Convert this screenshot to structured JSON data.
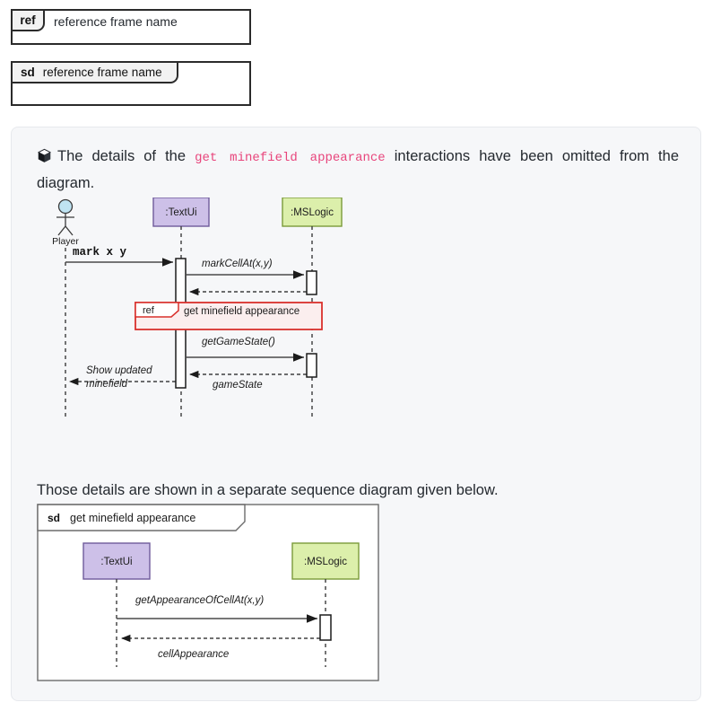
{
  "legend": {
    "ref_frame": {
      "keyword": "ref",
      "name": "reference frame name"
    },
    "sd_frame": {
      "keyword": "sd",
      "name": "reference frame name"
    }
  },
  "note": {
    "icon": "cube-icon",
    "text_before": "The details of the",
    "code": "get minefield appearance",
    "text_after": "interactions have been omitted from the diagram.",
    "accent_color": "#e8457c",
    "background": "#f6f7f9",
    "border": "#e7e9ed"
  },
  "paragraph": "Those details are shown in a separate sequence diagram given below.",
  "diagram1": {
    "actor": "Player",
    "participants": [
      {
        "label": ":TextUi",
        "fill": "#cdc0e8",
        "stroke": "#6f5b9b"
      },
      {
        "label": ":MSLogic",
        "fill": "#dcefab",
        "stroke": "#7a9b3a"
      }
    ],
    "messages": [
      {
        "label": "mark x y",
        "style": "mono-solid"
      },
      {
        "label": "markCellAt(x,y)",
        "style": "solid"
      },
      {
        "label": "",
        "style": "dashed-return"
      },
      {
        "label": "getGameState()",
        "style": "solid"
      },
      {
        "label": "gameState",
        "style": "dashed-return"
      },
      {
        "label": "Show updated minefield",
        "line1": "Show updated",
        "line2": "minefield",
        "style": "dashed-return"
      }
    ],
    "ref_fragment": {
      "keyword": "ref",
      "name": "get minefield appearance",
      "stroke": "#d9302c",
      "fill": "#fbeeee"
    }
  },
  "diagram2": {
    "frame": {
      "keyword": "sd",
      "name": "get minefield appearance"
    },
    "participants": [
      {
        "label": ":TextUi",
        "fill": "#cdc0e8",
        "stroke": "#6f5b9b"
      },
      {
        "label": ":MSLogic",
        "fill": "#dcefab",
        "stroke": "#7a9b3a"
      }
    ],
    "messages": [
      {
        "label": "getAppearanceOfCellAt(x,y)",
        "style": "solid"
      },
      {
        "label": "cellAppearance",
        "style": "dashed-return"
      }
    ]
  }
}
